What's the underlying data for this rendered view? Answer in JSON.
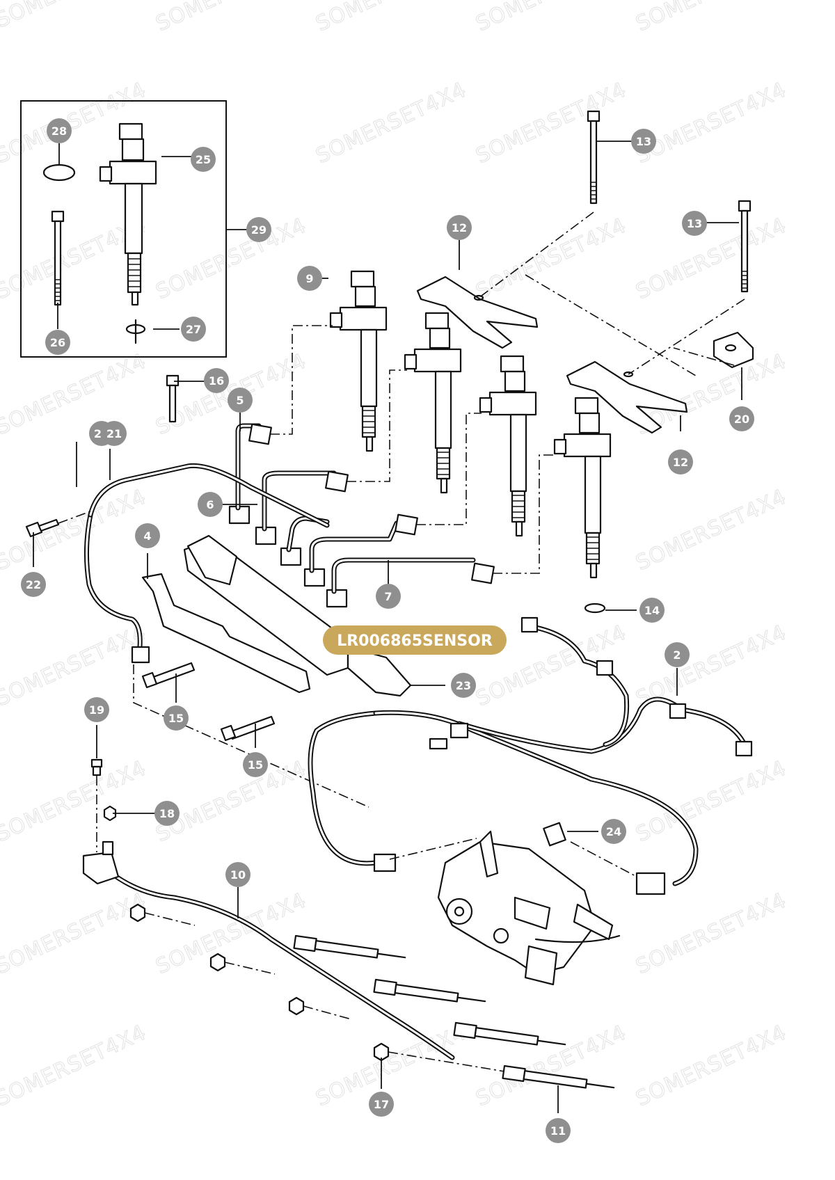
{
  "watermark": {
    "text": "SOMERSET4X4",
    "color": "#e6e6e6"
  },
  "highlight": {
    "label": "LR006865SENSOR",
    "color": "#c9a85c"
  },
  "callout_color": "#8f8f8f",
  "callouts": [
    "28",
    "25",
    "29",
    "26",
    "27",
    "9",
    "12",
    "13",
    "13",
    "20",
    "12",
    "16",
    "5",
    "21",
    "21",
    "6",
    "22",
    "4",
    "7",
    "14",
    "2",
    "23",
    "15",
    "15",
    "19",
    "18",
    "24",
    "10",
    "17",
    "11"
  ]
}
